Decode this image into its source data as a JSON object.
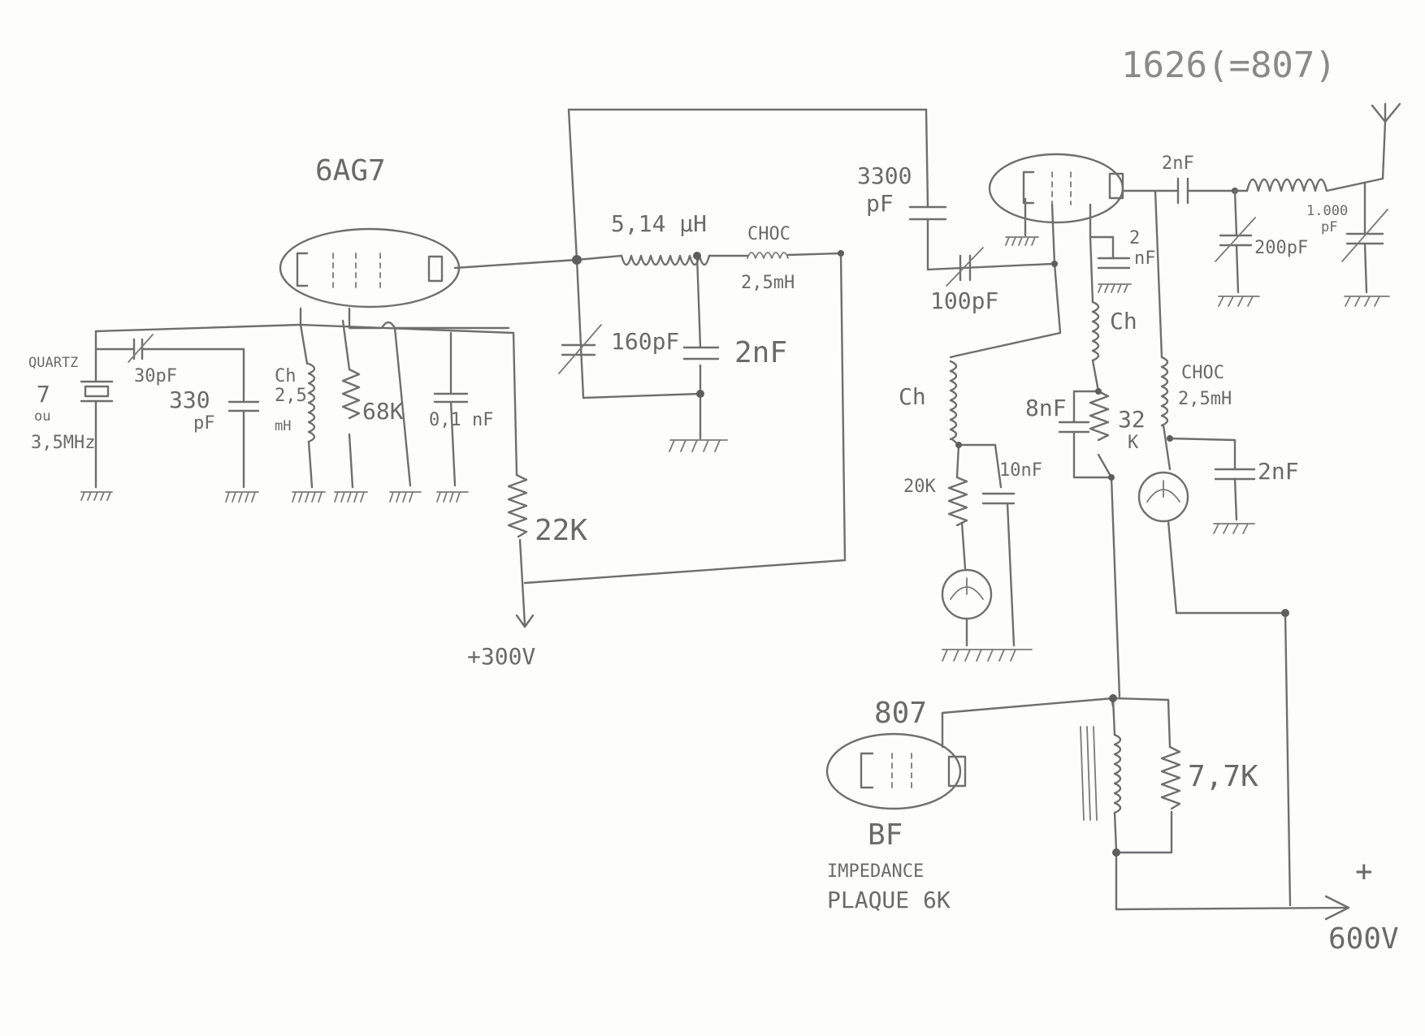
{
  "title": "1626(=807)",
  "tube1": "6AG7",
  "tube2_bf": "807",
  "bf_label": "BF",
  "bf_note_line1": "IMPEDANCE",
  "bf_note_line2": "PLAQUE 6K",
  "quartz_label": "QUARTZ",
  "quartz_freq1": "7",
  "quartz_freq2": "ou",
  "quartz_freq3": "3,5MHz",
  "c_30pf": "30pF",
  "c_330_a": "330",
  "c_330_b": "pF",
  "ch_a": "Ch",
  "ch_b": "2,5",
  "ch_c": "mH",
  "r_68k": "68K",
  "c_01": "0,1 nF",
  "r_22k": "22K",
  "v_300": "+300V",
  "l_514": "5,14 µH",
  "choc1_a": "CHOC",
  "choc1_b": "2,5mH",
  "c_160": "160pF",
  "c_2nf_1": "2nF",
  "c_3300_a": "3300",
  "c_3300_b": "pF",
  "c_100": "100pF",
  "c_2nf_screen_a": "2",
  "c_2nf_screen_b": "nF",
  "ch_screen": "Ch",
  "c_8nf": "8nF",
  "r_32k_a": "32",
  "r_32k_b": "K",
  "ch_grid": "Ch",
  "r_20k": "20K",
  "c_10nf": "10nF",
  "c_2nf_out": "2nF",
  "c_200": "200pF",
  "c_1000_a": "1.000",
  "c_1000_b": "pF",
  "choc2_a": "CHOC",
  "choc2_b": "2,5mH",
  "c_2nf_right": "2nF",
  "r_77k": "7,7K",
  "v_plus": "+",
  "v_600": "600V"
}
